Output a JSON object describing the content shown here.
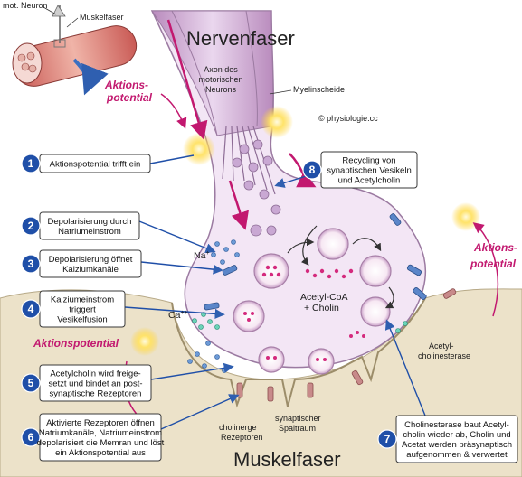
{
  "labels": {
    "nerve_fiber": "Nervenfaser",
    "muscle_fiber": "Muskelfaser",
    "mot_neuron": "mot. Neuron",
    "muscle_fiber_small": "Muskelfaser",
    "axon_line1": "Axon des",
    "axon_line2": "motorischen",
    "axon_line3": "Neurons",
    "myelin": "Myelinscheide",
    "copyright": "© physiologie.cc",
    "ap_top_1": "Aktions-",
    "ap_top_2": "potential",
    "ap_right_1": "Aktions-",
    "ap_right_2": "potential",
    "ap_left": "Aktionspotential",
    "na": "Na",
    "na_sup": "+",
    "ca": "Ca",
    "ca_sup": "++",
    "acetyl_coa": "Acetyl-CoA",
    "cholin": "+ Cholin",
    "acetylcholinesterase_1": "Acetyl-",
    "acetylcholinesterase_2": "cholinesterase",
    "cholinergic_1": "cholinerge",
    "cholinergic_2": "Rezeptoren",
    "cleft_1": "synaptischer",
    "cleft_2": "Spaltraum"
  },
  "steps": [
    {
      "num": "1",
      "lines": [
        "Aktionspotential trifft ein"
      ]
    },
    {
      "num": "2",
      "lines": [
        "Depolarisierung durch",
        "Natriumeinstrom"
      ]
    },
    {
      "num": "3",
      "lines": [
        "Depolarisierung öffnet",
        "Kalziumkanäle"
      ]
    },
    {
      "num": "4",
      "lines": [
        "Kalziumeinstrom",
        "triggert",
        "Vesikelfusion"
      ]
    },
    {
      "num": "5",
      "lines": [
        "Acetylcholin wird freige-",
        "setzt und bindet an post-",
        "synaptische Rezeptoren"
      ]
    },
    {
      "num": "6",
      "lines": [
        "Aktivierte Rezeptoren öffnen",
        "Natriumkanäle, Natriumeinstrom",
        "depolarisiert die Memran und löst",
        "ein Aktionspotential aus"
      ]
    },
    {
      "num": "7",
      "lines": [
        "Cholinesterase baut Acetyl-",
        "cholin wieder ab, Cholin und",
        "Acetat werden präsynaptisch",
        "aufgenommen & verwertet"
      ]
    },
    {
      "num": "8",
      "lines": [
        "Recycling von",
        "synaptischen Vesikeln",
        "und Acetylcholin"
      ]
    }
  ]
}
